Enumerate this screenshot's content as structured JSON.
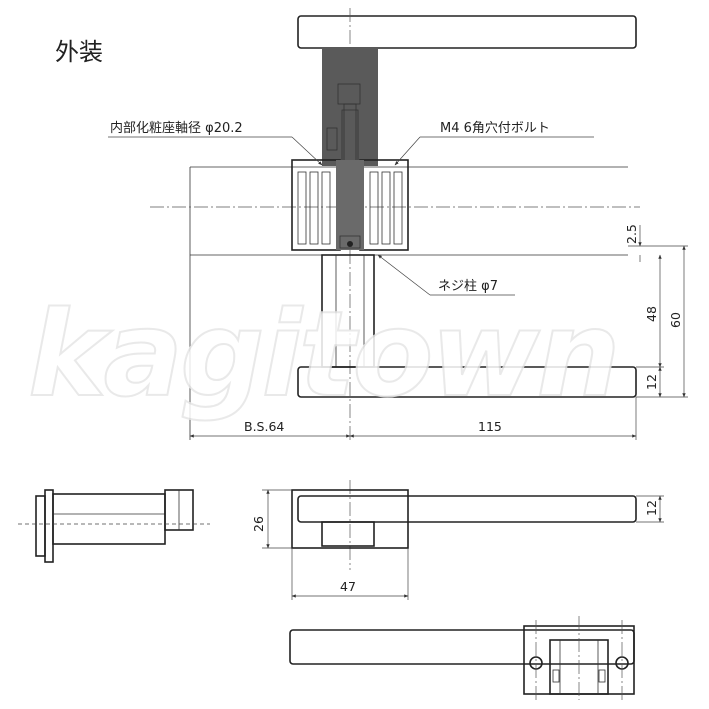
{
  "title": "外装",
  "callouts": {
    "rose_shaft_diameter": "内部化粧座軸径 φ20.2",
    "bolt": "M4 6角穴付ボルト",
    "screw_post": "ネジ柱 φ7"
  },
  "dimensions": {
    "gap": "2.5",
    "height_48": "48",
    "height_60": "60",
    "thickness_12_top": "12",
    "backset": "B.S.64",
    "length": "115",
    "height_26": "26",
    "thickness_12_side": "12",
    "width_47": "47"
  },
  "watermark": "kagitown",
  "colors": {
    "line": "#222222",
    "cavity": "#555555",
    "background": "#ffffff"
  }
}
